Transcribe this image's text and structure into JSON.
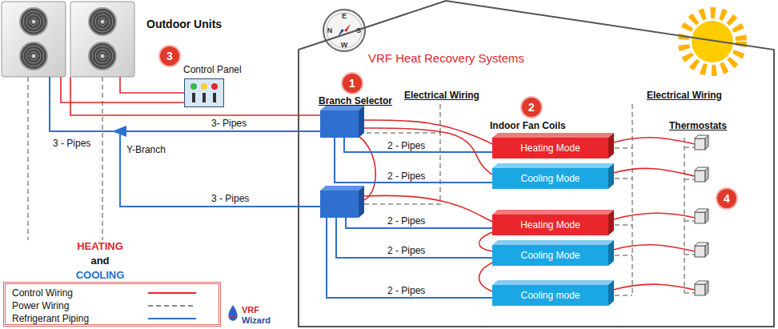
{
  "diagram": {
    "nodes": [
      {
        "text": [
          "Outdoor Units"
        ]
      },
      {
        "text": [
          "Control Panel"
        ]
      },
      {
        "text": [
          "VRF Heat Recovery Systems"
        ]
      },
      {
        "text": [
          "Branch Selector"
        ],
        "in": 2
      },
      {
        "text": [
          "Heating Mode"
        ],
        "in": 2
      },
      {
        "text": [
          "Cooling Mode"
        ],
        "in": 2
      },
      {
        "text": [
          "Heating Mode"
        ],
        "in": 2
      },
      {
        "text": [
          "Cooling Mode"
        ],
        "in": 2
      },
      {
        "text": [
          "Cooling mode"
        ],
        "in": 2
      }
    ],
    "edges": [
      {
        "from": 0,
        "to": 1,
        "arrow": "none"
      },
      {
        "from": 0,
        "to": 3,
        "label": "3- Pipes",
        "arrow": "none"
      },
      {
        "from": 0,
        "to": 3,
        "arrow": "none"
      },
      {
        "from": 3,
        "to": 4,
        "label": "2 - Pipes",
        "arrow": "none"
      },
      {
        "from": 3,
        "to": 5,
        "label": "2 - Pipes",
        "arrow": "none"
      },
      {
        "from": 3,
        "to": 4,
        "arrow": "none"
      },
      {
        "from": 3,
        "to": 5,
        "arrow": "none"
      },
      {
        "from": 6,
        "to": 7,
        "arrow": "none"
      },
      {
        "from": 7,
        "to": 8,
        "arrow": "none"
      }
    ],
    "labels": [
      "3",
      "N",
      "E",
      "S",
      "W",
      "1",
      "Electrical Wiring",
      "Electrical Wiring",
      "2",
      "Indoor Fan Coils",
      "Thermostats",
      "3 - Pipes",
      "Y-Branch",
      "4",
      "3 - Pipes",
      "2 - Pipes",
      "2 - Pipes",
      "2 - Pipes",
      "HEATING",
      "and",
      "COOLING",
      "VRF",
      "Wizard"
    ],
    "legend": [
      {
        "text": "Control Wiring"
      },
      {
        "text": "Power Wiring"
      },
      {
        "text": "Refrigerant Piping"
      }
    ]
  }
}
